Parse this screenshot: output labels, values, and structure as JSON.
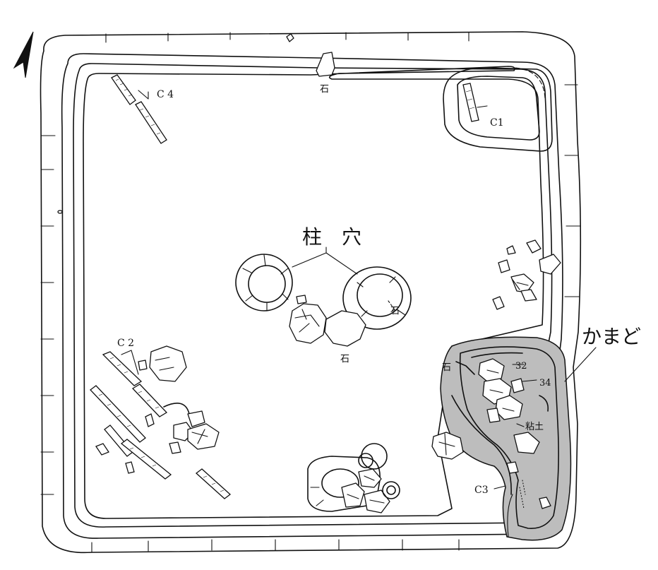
{
  "labels": {
    "pillar_holes": "柱　穴",
    "kamado": "かまど",
    "stone": "石",
    "clay": "粘土",
    "c1": "C1",
    "c2": "C 2",
    "c3": "C3",
    "c4": "C 4",
    "no32": "32",
    "no34": "34"
  },
  "colors": {
    "kamado_fill": "#bdbdbd",
    "ink": "#111111"
  },
  "icons": {
    "north_arrow": "north-arrow-icon"
  }
}
